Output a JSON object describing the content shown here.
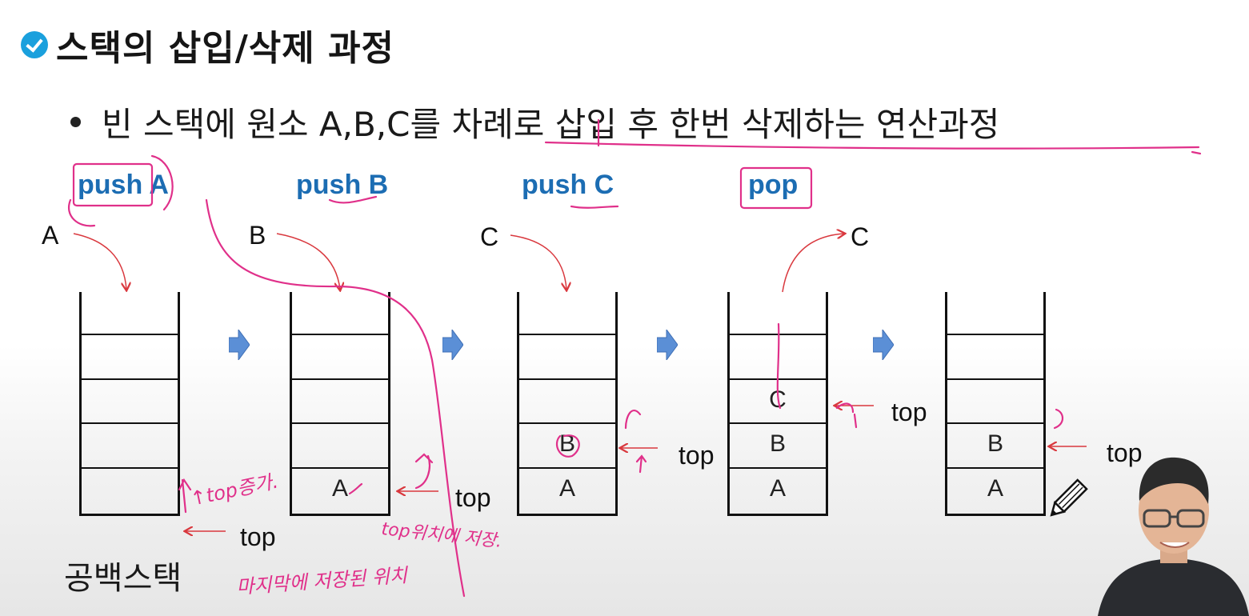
{
  "title": "스택의 삽입/삭제 과정",
  "bullet": "빈 스택에 원소 A,B,C를 차례로 삽입 후 한번 삭제하는 연산과정",
  "operations": [
    {
      "label": "push A"
    },
    {
      "label": "push B"
    },
    {
      "label": "push C"
    },
    {
      "label": "pop"
    }
  ],
  "incoming": [
    "A",
    "B",
    "C",
    "C"
  ],
  "stacks": [
    {
      "cells": [
        "",
        "",
        "",
        "",
        ""
      ],
      "top": "top"
    },
    {
      "cells": [
        "",
        "",
        "",
        "",
        "A"
      ],
      "top": "top"
    },
    {
      "cells": [
        "",
        "",
        "",
        "B",
        "A"
      ],
      "top": "top"
    },
    {
      "cells": [
        "",
        "",
        "C",
        "B",
        "A"
      ],
      "top": "top"
    },
    {
      "cells": [
        "",
        "",
        "",
        "B",
        "A"
      ],
      "top": "top"
    }
  ],
  "empty_stack_label": "공백스택",
  "handwriting": [
    "↑top증가.",
    "top위치에 저장.",
    "마지막에 저장된 위치"
  ],
  "colors": {
    "accent": "#1c6db3",
    "ink": "#e0308a",
    "arrow_fill": "#5b8fd6"
  }
}
